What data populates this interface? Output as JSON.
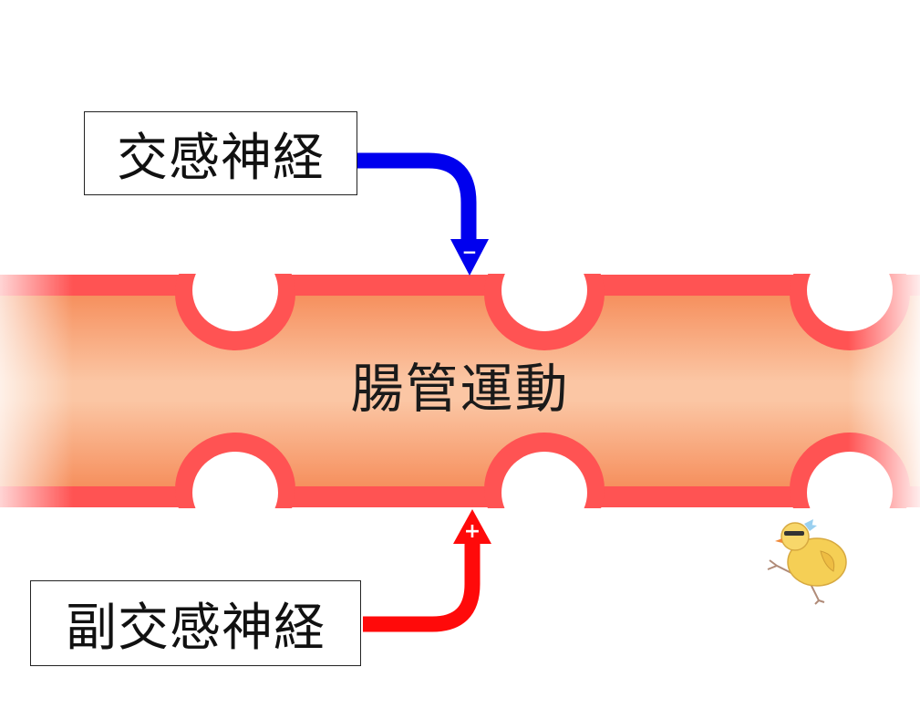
{
  "diagram": {
    "sympathetic": {
      "label": "交感神経",
      "sign": "−",
      "arrow_color": "#0000ee"
    },
    "parasympathetic": {
      "label": "副交感神経",
      "sign": "+",
      "arrow_color": "#ff0a0a"
    },
    "gut": {
      "label": "腸管運動",
      "wall_color": "#ff5050",
      "lumen_color": "#fbb690"
    },
    "mascot_icon": "chick-icon"
  }
}
